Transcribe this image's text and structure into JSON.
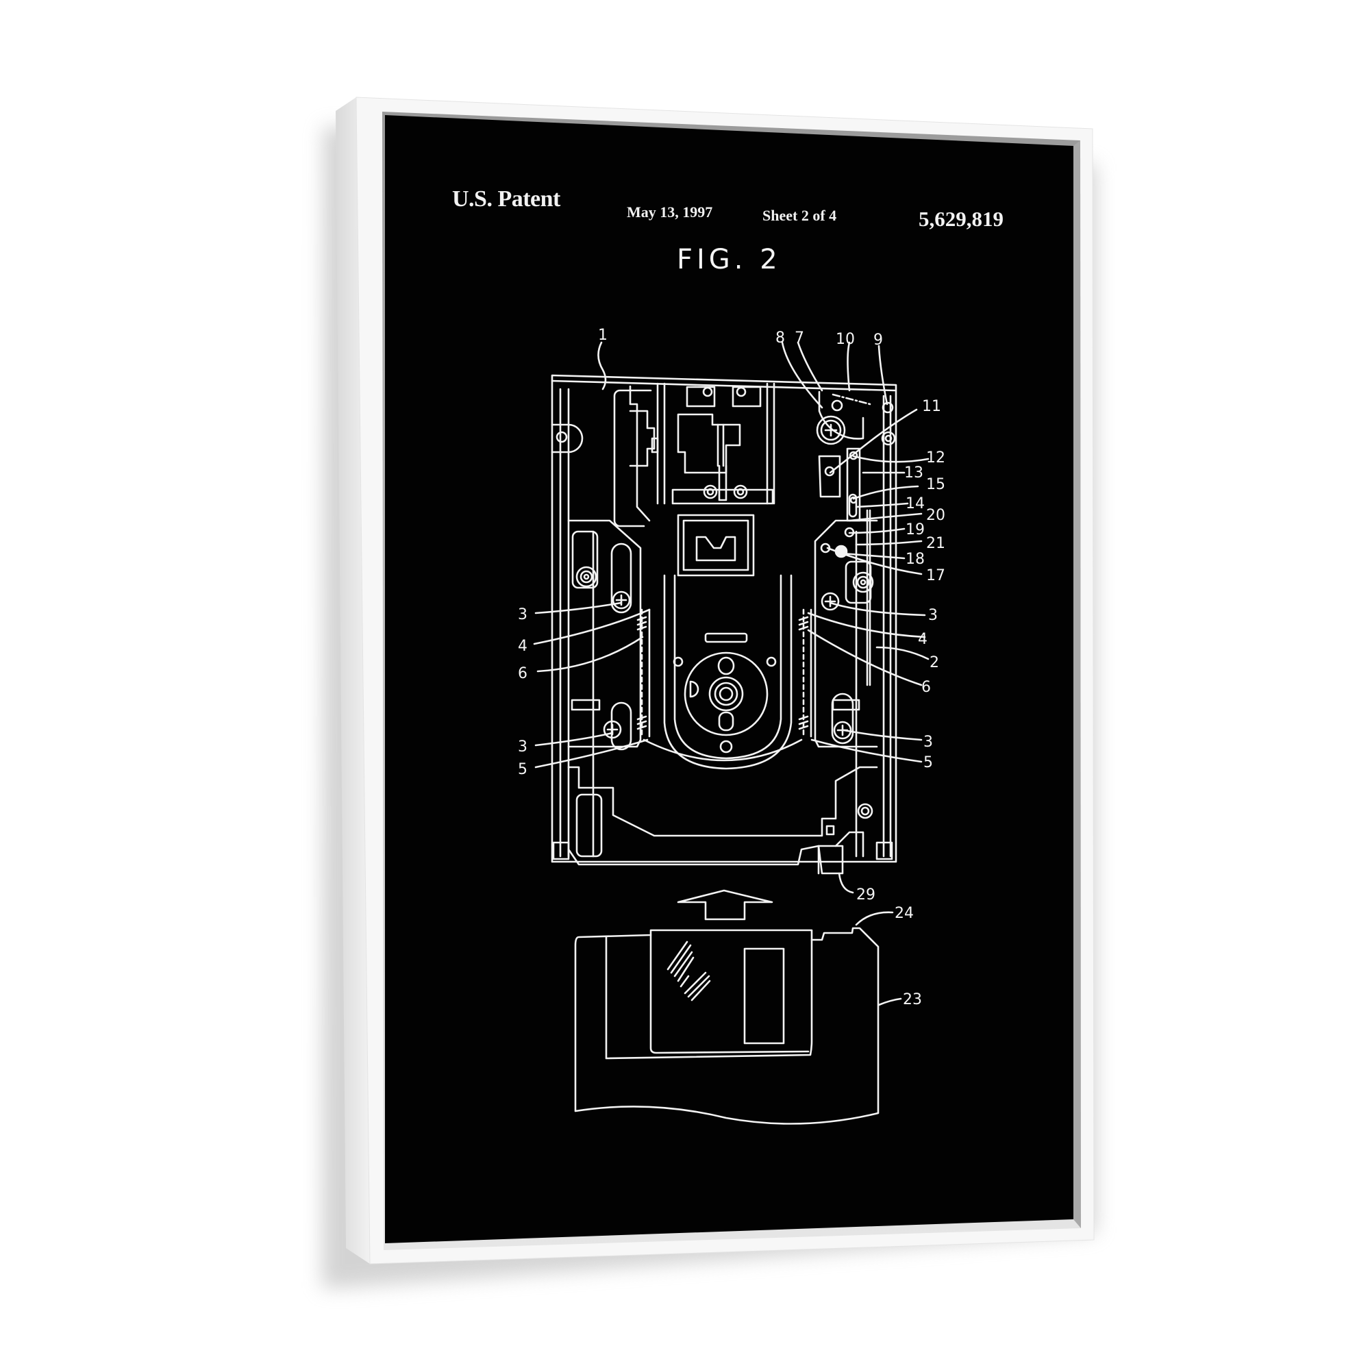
{
  "artwork": {
    "type": "framed patent print",
    "frame_color": "#f7f7f7",
    "canvas_color": "#020202",
    "line_color": "#f3f3f3"
  },
  "header": {
    "patent_label": "U.S. Patent",
    "date": "May 13, 1997",
    "sheet": "Sheet 2 of 4",
    "patent_number": "5,629,819"
  },
  "figure": {
    "title": "FIG. 2",
    "reference_numerals": {
      "r1": "1",
      "r2": "2",
      "r3a": "3",
      "r3b": "3",
      "r3c": "3",
      "r3d": "3",
      "r4a": "4",
      "r4b": "4",
      "r5a": "5",
      "r5b": "5",
      "r6a": "6",
      "r6b": "6",
      "r7": "7",
      "r8": "8",
      "r9": "9",
      "r10": "10",
      "r11": "11",
      "r12": "12",
      "r13": "13",
      "r14": "14",
      "r15": "15",
      "r17": "17",
      "r18": "18",
      "r19": "19",
      "r20": "20",
      "r21": "21",
      "r23": "23",
      "r24": "24",
      "r29": "29"
    }
  }
}
